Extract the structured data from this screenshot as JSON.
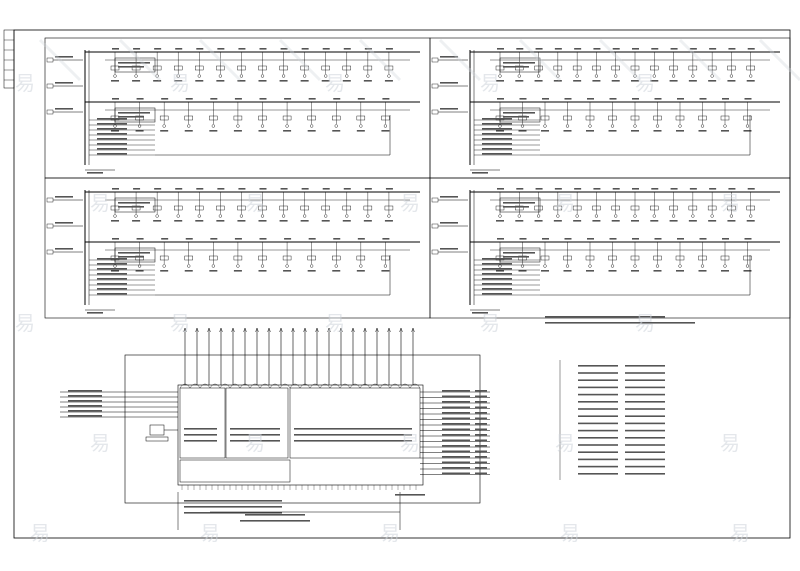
{
  "drawing": {
    "title": "",
    "blocks": [
      {
        "id": "top-left",
        "feeders_a": 14,
        "feeders_b": 12
      },
      {
        "id": "top-right",
        "feeders_a": 14,
        "feeders_b": 12
      },
      {
        "id": "mid-left",
        "feeders_a": 14,
        "feeders_b": 12
      },
      {
        "id": "mid-right",
        "feeders_a": 14,
        "feeders_b": 12
      }
    ],
    "system_box": {
      "inner_panels": 4,
      "left_inputs": 6,
      "right_outputs": 16,
      "top_inputs": 20
    },
    "legend_rows": 16
  },
  "watermark": {
    "glyph": "易",
    "brand": ""
  },
  "colors": {
    "line": "#000000",
    "background": "#ffffff",
    "watermark": "#cfd5dc"
  }
}
